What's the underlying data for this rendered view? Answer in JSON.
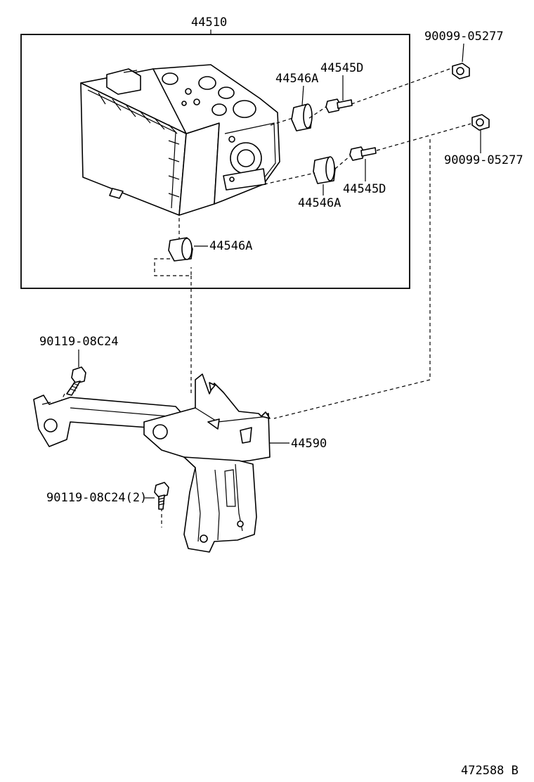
{
  "diagram": {
    "labels": {
      "actuator_assembly": "44510",
      "bolt_top_right": "90099-05277",
      "bolt_right": "90099-05277",
      "cushion_upper": "44546A",
      "stud_upper": "44545D",
      "stud_lower": "44545D",
      "cushion_mid": "44546A",
      "cushion_bottom": "44546A",
      "bolt_left": "90119-08C24",
      "bracket": "44590",
      "bolt_bottom": "90119-08C24(2)",
      "drawing_number": "472588 B"
    }
  }
}
